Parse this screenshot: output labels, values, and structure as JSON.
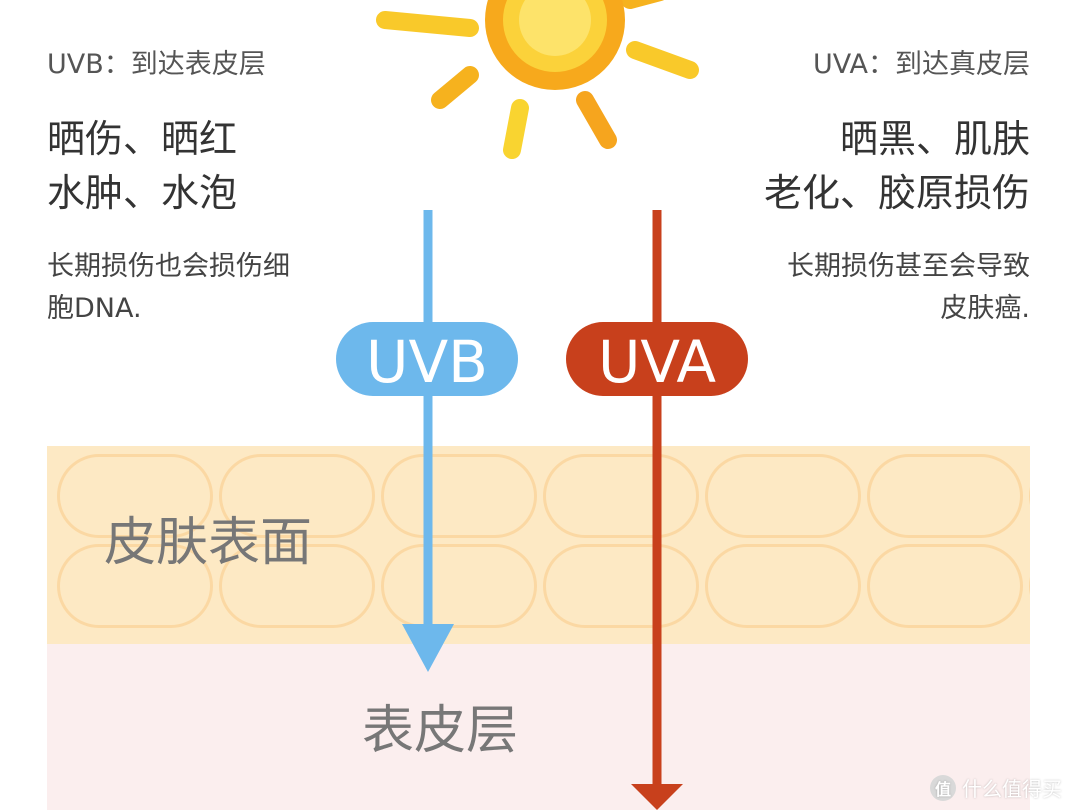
{
  "left": {
    "subtitle": "UVB：到达表皮层",
    "effects": [
      "晒伤、晒红",
      "水肿、水泡"
    ],
    "note": [
      "长期损伤也会损伤细",
      "胞DNA."
    ]
  },
  "right": {
    "subtitle": "UVA：到达真皮层",
    "effects": [
      "晒黑、肌肤",
      "老化、胶原损伤"
    ],
    "note": [
      "长期损伤甚至会导致",
      "皮肤癌."
    ]
  },
  "rays": {
    "uvb_label": "UVB",
    "uva_label": "UVA"
  },
  "layers": {
    "surface_label": "皮肤表面",
    "epidermis_label": "表皮层"
  },
  "colors": {
    "uvb": "#6db8ec",
    "uva": "#c8401c",
    "sun_core": "#f6b21e",
    "sun_ray": "#f9c92a"
  },
  "watermark": {
    "badge": "值",
    "text": "什么值得买"
  }
}
